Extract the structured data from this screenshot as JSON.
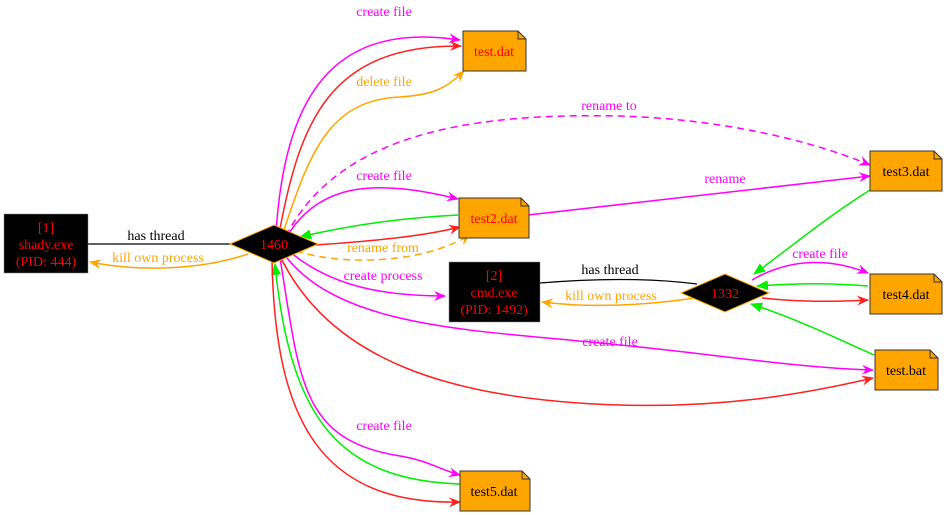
{
  "colors": {
    "create": "#ff00ff",
    "write": "#ff2020",
    "delete": "#ffa500",
    "read": "#00ee00",
    "thread": "#000000",
    "file_fill": "#ffa500",
    "process_fill": "#000000",
    "node_text_red": "#ff0000"
  },
  "processes": [
    {
      "id": "p1",
      "lines": [
        "[1]",
        "shady.exe",
        "(PID: 444)"
      ]
    },
    {
      "id": "p2",
      "lines": [
        "[2]",
        "cmd.exe",
        "(PID: 1492)"
      ]
    }
  ],
  "threads": [
    {
      "id": "t1460",
      "label": "1460"
    },
    {
      "id": "t1332",
      "label": "1332"
    }
  ],
  "files": [
    {
      "id": "f_test",
      "label": "test.dat",
      "text_color": "#ff0000"
    },
    {
      "id": "f_test2",
      "label": "test2.dat",
      "text_color": "#ff0000"
    },
    {
      "id": "f_test3",
      "label": "test3.dat",
      "text_color": "#000000"
    },
    {
      "id": "f_test4",
      "label": "test4.dat",
      "text_color": "#000000"
    },
    {
      "id": "f_testbat",
      "label": "test.bat",
      "text_color": "#000000"
    },
    {
      "id": "f_test5",
      "label": "test5.dat",
      "text_color": "#000000"
    }
  ],
  "edge_labels": {
    "has_thread_1": "has thread",
    "kill_own_1": "kill own process",
    "create_test": "create file",
    "delete_test": "delete file",
    "rename_to": "rename to",
    "create_test2": "create file",
    "rename_from": "rename from",
    "rename": "rename",
    "create_process": "create process",
    "has_thread_2": "has thread",
    "kill_own_2": "kill own process",
    "create_test4": "create file",
    "create_testbat": "create file",
    "create_test5": "create file"
  }
}
